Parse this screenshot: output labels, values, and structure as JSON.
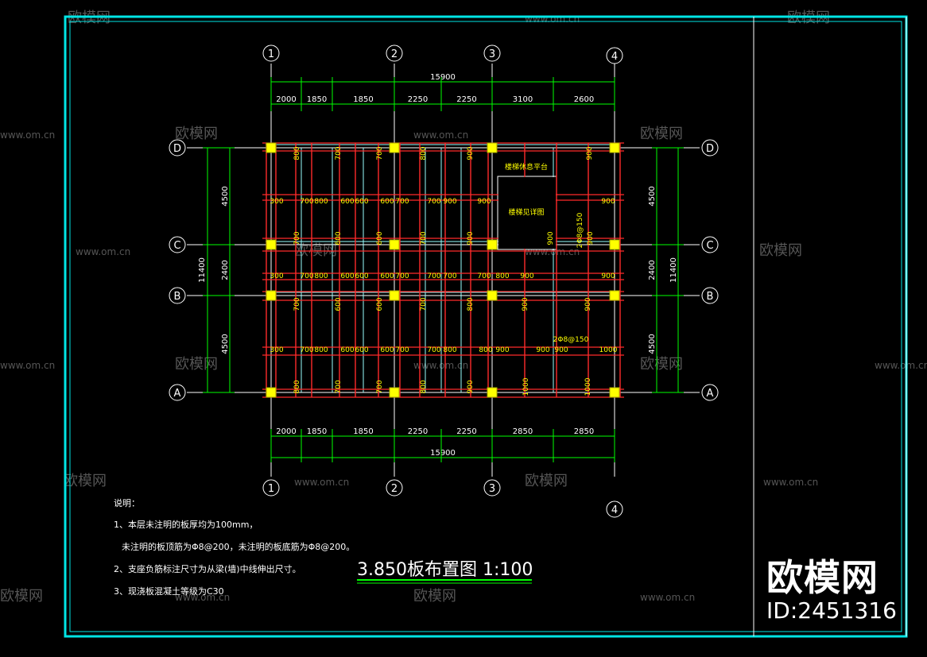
{
  "drawing": {
    "title": "3.850板布置图 1:100",
    "notes_heading": "说明：",
    "notes": [
      "1、本层未注明的板厚均为100mm，",
      "未注明的板顶筋为Φ8@200，未注明的板底筋为Φ8@200。",
      "2、支座负筋标注尺寸为从梁(墙)中线伸出尺寸。",
      "3、现浇板混凝土等级为C30"
    ]
  },
  "grid": {
    "columns": [
      "1",
      "2",
      "3",
      "4"
    ],
    "rows": [
      "D",
      "C",
      "B",
      "A"
    ],
    "top_total": "15900",
    "top_segments": [
      "2000",
      "1850",
      "1850",
      "2250",
      "2250",
      "3100",
      "2600"
    ],
    "bottom_total": "15900",
    "bottom_segments": [
      "2000",
      "1850",
      "1850",
      "2250",
      "2250",
      "2850",
      "2850"
    ],
    "left_segments": [
      "4500",
      "2400",
      "4500"
    ],
    "left_total": "11400",
    "right_segments": [
      "4500",
      "2400",
      "4500"
    ],
    "right_total": "11400"
  },
  "rebar_labels": {
    "row_dc_vertical": [
      "800",
      "700",
      "700",
      "800",
      "900",
      "900"
    ],
    "row_mid_top": [
      "300",
      "700",
      "800",
      "600",
      "600",
      "600",
      "700",
      "700",
      "900",
      "900",
      "900"
    ],
    "row_c_vertical": [
      "700",
      "600",
      "600",
      "700",
      "900",
      "900",
      "900"
    ],
    "row_mid_bc": [
      "300",
      "700",
      "800",
      "600",
      "600",
      "600",
      "700",
      "700",
      "700",
      "700",
      "800",
      "900",
      "900"
    ],
    "row_b_vertical": [
      "700",
      "600",
      "600",
      "700",
      "800",
      "900",
      "900"
    ],
    "row_mid_bottom": [
      "300",
      "700",
      "800",
      "600",
      "600",
      "600",
      "700",
      "700",
      "800",
      "800",
      "900",
      "900",
      "900",
      "1000"
    ],
    "row_a_vertical": [
      "800",
      "700",
      "700",
      "800",
      "900",
      "1000",
      "1000"
    ],
    "annotations": [
      "楼梯休息平台",
      "楼梯见详图",
      "2Φ8@150",
      "2Φ8@150"
    ]
  },
  "watermark": {
    "brand": "欧模网",
    "url": "www.om.cn",
    "id": "ID:2451316"
  },
  "colors": {
    "background": "#000000",
    "frame": "#00e5e5",
    "grid_line": "#ffffff",
    "dimension": "#00ff00",
    "beam": "#ff2a2a",
    "column": "#ffff00",
    "label": "#ffff00",
    "slab_line": "#00ffff"
  }
}
